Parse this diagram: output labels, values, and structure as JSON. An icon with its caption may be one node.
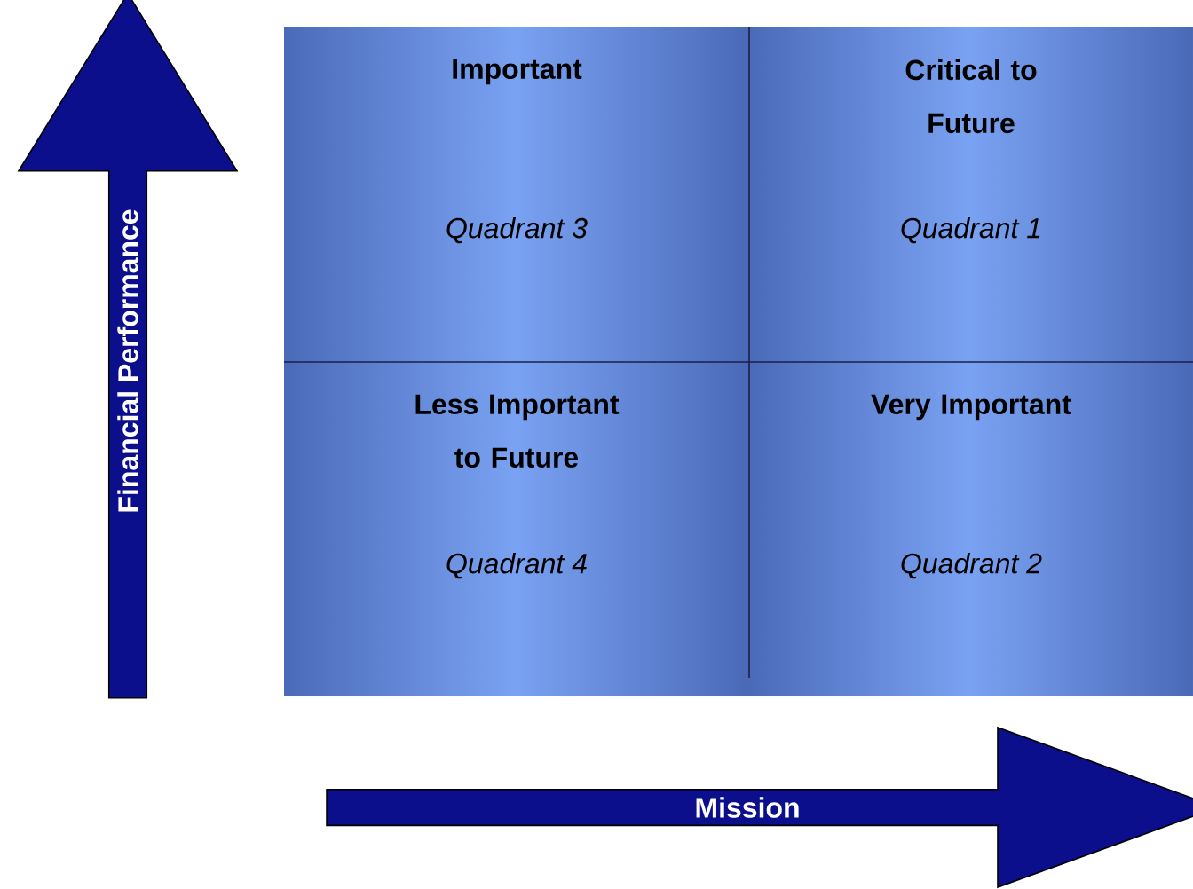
{
  "diagram": {
    "nodes": [
      {
        "text": [
          "Financial Performance"
        ]
      },
      {
        "text": [
          "Important",
          "Quadrant 3"
        ]
      },
      {
        "text": [
          "Critical to Future",
          "Quadrant 1"
        ]
      },
      {
        "text": [
          "Less Important to Future",
          "Quadrant 4"
        ]
      },
      {
        "text": [
          "Very Important",
          "Quadrant 2"
        ]
      },
      {
        "text": [
          "Mission"
        ]
      }
    ]
  }
}
